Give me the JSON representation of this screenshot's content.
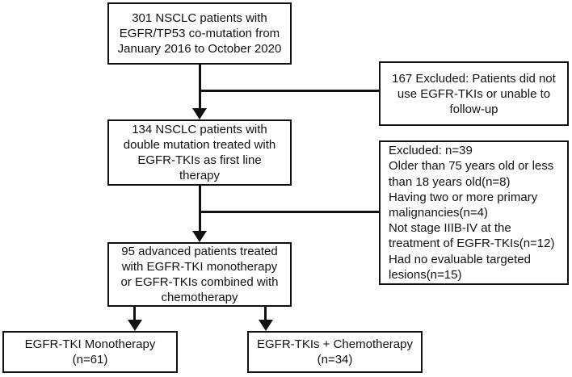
{
  "diagram": {
    "type": "patient-flow-chart",
    "background_color": "#ffffff",
    "line_color": "#111111",
    "nodes": {
      "enrolled": {
        "text": "301 NSCLC patients with\nEGFR/TP53 co-mutation from\nJanuary 2016 to October 2020"
      },
      "excluded_167": {
        "text": "167 Excluded: Patients did not\nuse EGFR-TKIs or unable to\nfollow-up"
      },
      "first_line": {
        "text": "134 NSCLC patients with\ndouble mutation treated with\nEGFR-TKIs as first line\ntherapy"
      },
      "excluded_39": {
        "text": "Excluded: n=39\nOlder than 75 years old or less\nthan 18 years old(n=8)\nHaving two or more primary\nmalignancies(n=4)\nNot stage IIIB-IV at the\ntreatment of EGFR-TKIs(n=12)\nHad no evaluable targeted\nlesions(n=15)"
      },
      "advanced": {
        "text": "95 advanced patients treated\nwith EGFR-TKI monotherapy\nor EGFR-TKIs combined with\nchemotherapy"
      },
      "monotherapy": {
        "text": "EGFR-TKI Monotherapy\n(n=61)"
      },
      "combination": {
        "text": "EGFR-TKIs + Chemotherapy\n(n=34)"
      }
    }
  }
}
